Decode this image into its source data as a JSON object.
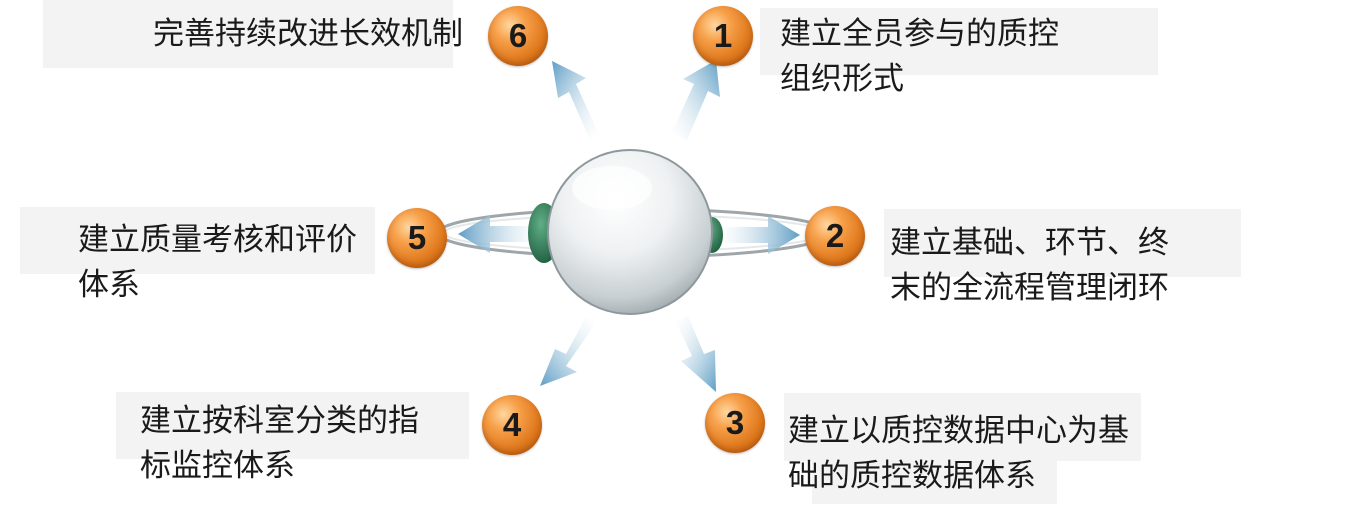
{
  "items": [
    {
      "number": "1",
      "line1": "建立全员参与的质控",
      "line2": "组织形式"
    },
    {
      "number": "2",
      "line1": "建立基础、环节、终",
      "line2": "末的全流程管理闭环"
    },
    {
      "number": "3",
      "line1": "建立以质控数据中心为基",
      "line2": "础的质控数据体系"
    },
    {
      "number": "4",
      "line1": "建立按科室分类的指",
      "line2": "标监控体系"
    },
    {
      "number": "5",
      "line1": "建立质量考核和评价",
      "line2": "体系"
    },
    {
      "number": "6",
      "line1": "完善持续改进长效机制",
      "line2": ""
    }
  ],
  "colors": {
    "arrow": "#6ea7c9",
    "badge": "#e07a1e",
    "label_bg": "#f3f3f3",
    "accent_green": "#2e7d5a"
  }
}
